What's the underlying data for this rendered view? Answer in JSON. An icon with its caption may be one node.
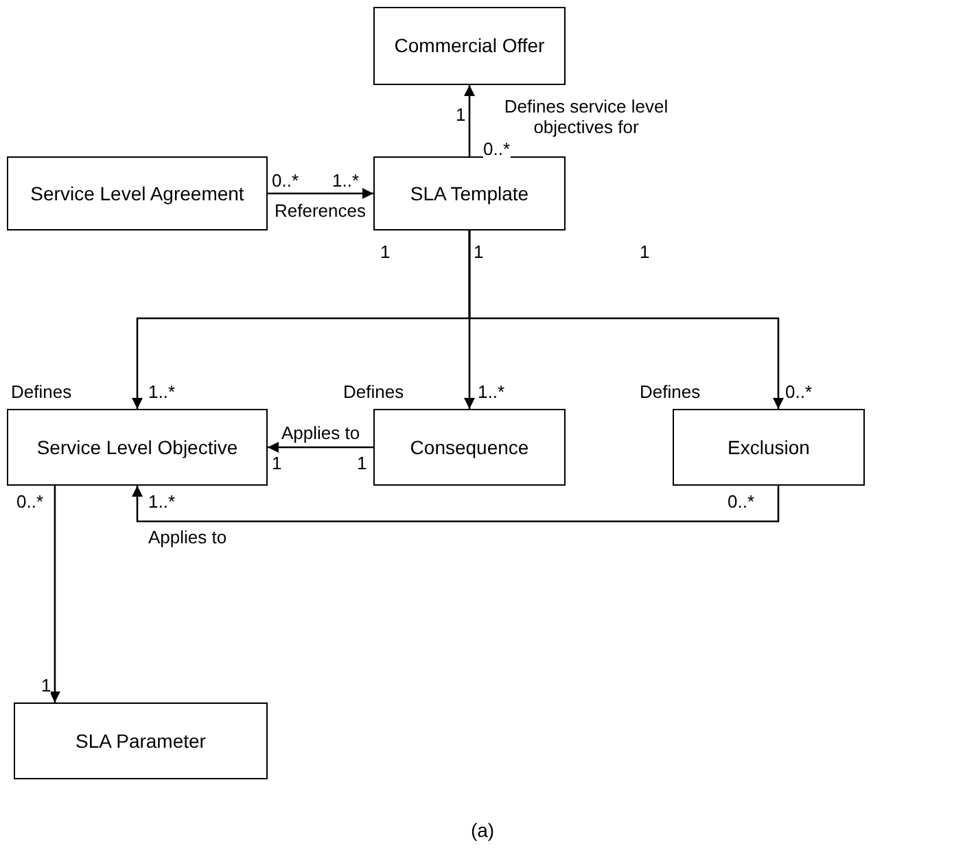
{
  "diagram": {
    "caption": "(a)",
    "nodes": [
      {
        "text": [
          "Commercial Offer"
        ]
      },
      {
        "text": [
          "Service Level Agreement"
        ]
      },
      {
        "text": [
          "SLA Template"
        ]
      },
      {
        "text": [
          "Service Level Objective"
        ]
      },
      {
        "text": [
          "Consequence"
        ]
      },
      {
        "text": [
          "Exclusion"
        ]
      },
      {
        "text": [
          "SLA Parameter"
        ]
      }
    ],
    "edges": [
      {
        "from": 2,
        "to": 0,
        "arrow": "to",
        "label": "Defines service level objectives for"
      },
      {
        "from": 1,
        "to": 2,
        "arrow": "to",
        "label": "References"
      },
      {
        "from": 2,
        "to": 3,
        "arrow": "to",
        "label": "Defines"
      },
      {
        "from": 2,
        "to": 4,
        "arrow": "to",
        "label": "Defines"
      },
      {
        "from": 2,
        "to": 5,
        "arrow": "to",
        "label": "Defines"
      },
      {
        "from": 4,
        "to": 3,
        "arrow": "to",
        "label": "Applies to"
      },
      {
        "from": 5,
        "to": 3,
        "arrow": "to",
        "label": "Applies to"
      },
      {
        "from": 3,
        "to": 6,
        "arrow": "to"
      }
    ],
    "labels": [
      "1",
      "0..*",
      "0..*",
      "1..*",
      "1",
      "1",
      "1",
      "1..*",
      "1..*",
      "0..*",
      "1",
      "1",
      "0..*",
      "1..*",
      "0..*",
      "1"
    ]
  }
}
